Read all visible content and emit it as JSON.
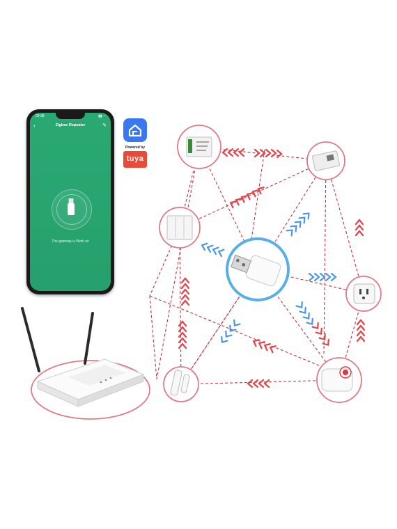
{
  "phone": {
    "status_time": "09:38",
    "status_right": "▮▮ ◔",
    "back_label": "‹",
    "screen_title": "Zigbee Repeater",
    "edit_label": "✎",
    "gateway_status": "The gateway is Work on"
  },
  "badge": {
    "powered_by": "Powered by",
    "brand": "tuya"
  },
  "colors": {
    "accent_red": "#d9363e",
    "accent_blue": "#3f8fe0",
    "phone_green": "#27a36d",
    "node_ring": "#e27a84"
  }
}
